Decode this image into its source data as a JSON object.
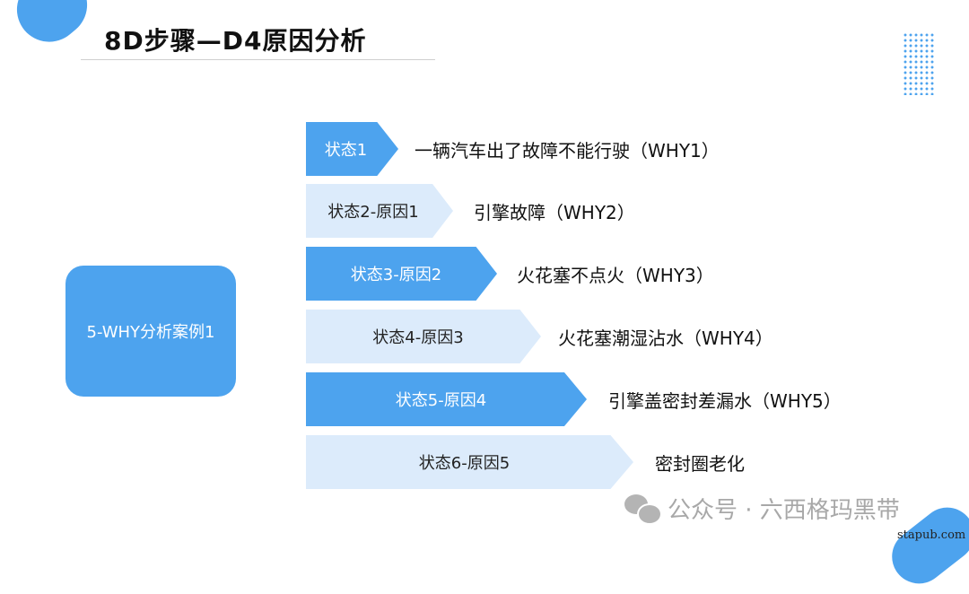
{
  "title": "8D步骤—D4原因分析",
  "case_label": "5-WHY分析案例1",
  "steps": [
    {
      "tag": "状态1",
      "desc": "一辆汽车出了故障不能行驶（WHY1）"
    },
    {
      "tag": "状态2-原因1",
      "desc": "引擎故障（WHY2）"
    },
    {
      "tag": "状态3-原因2",
      "desc": "火花塞不点火（WHY3）"
    },
    {
      "tag": "状态4-原因3",
      "desc": "火花塞潮湿沾水（WHY4）"
    },
    {
      "tag": "状态5-原因4",
      "desc": "引擎盖密封差漏水（WHY5）"
    },
    {
      "tag": "状态6-原因5",
      "desc": "密封圈老化"
    }
  ],
  "watermark": "公众号 · 六西格玛黑带",
  "site": "stapub.com",
  "colors": {
    "accent": "#4da3ee",
    "light": "#dcebfb"
  }
}
